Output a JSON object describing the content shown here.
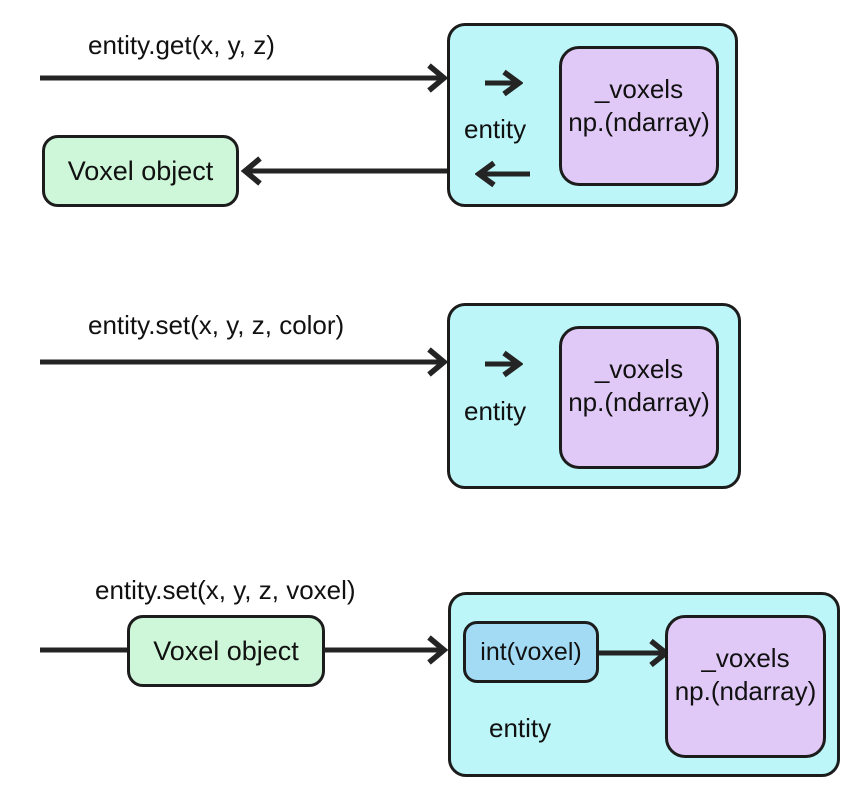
{
  "colors": {
    "entity_box": "#BDF6F8",
    "voxels_box": "#E0C9F7",
    "voxel_object_box": "#CDF7D8",
    "int_voxel_box": "#A3DBF5",
    "border": "#1C1C1C",
    "arrow": "#242424",
    "background": "#FFFFFF"
  },
  "sections": [
    {
      "call_label": "entity.get(x, y, z)",
      "entity_label": "entity",
      "voxels_line1": "_voxels",
      "voxels_line2": "np.(ndarray)",
      "result_label": "Voxel object"
    },
    {
      "call_label": "entity.set(x, y, z, color)",
      "entity_label": "entity",
      "voxels_line1": "_voxels",
      "voxels_line2": "np.(ndarray)"
    },
    {
      "call_label": "entity.set(x, y, z, voxel)",
      "argument_label": "Voxel object",
      "converter_label": "int(voxel)",
      "entity_label": "entity",
      "voxels_line1": "_voxels",
      "voxels_line2": "np.(ndarray)"
    }
  ]
}
